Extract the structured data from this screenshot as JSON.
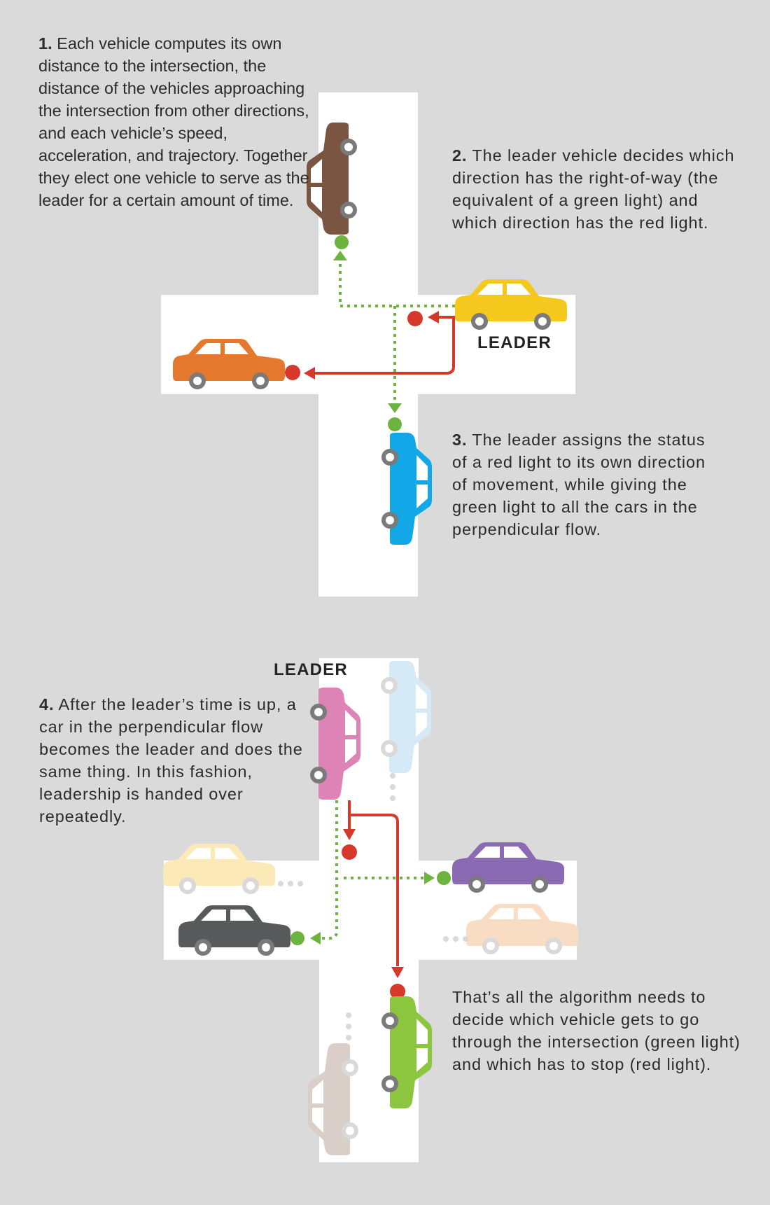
{
  "steps": [
    {
      "number": "1.",
      "text": "Each vehicle computes its own distance to the intersection, the distance of the vehicles approaching the intersection from other directions, and each vehicle’s speed, acceleration, and trajectory. Together they elect one vehicle to serve as the leader for a certain amount of time."
    },
    {
      "number": "2.",
      "text": "The leader vehicle decides which direction has the right-of-way (the equivalent of a green light) and which direction has the red light."
    },
    {
      "number": "3.",
      "text": "The leader assigns the status of a red light to its own direction of movement, while giving the green light to all the cars in the perpendicular flow."
    },
    {
      "number": "4.",
      "text": "After the leader’s time is up, a car in the perpendicular flow becomes the leader and does the same thing. In this fashion, leadership is handed over repeatedly."
    }
  ],
  "conclusion": "That’s all the algorithm needs to decide which vehicle gets to go through the intersection (green light) and which has to stop (red light).",
  "labels": {
    "leader_top": "LEADER",
    "leader_bottom": "LEADER"
  },
  "colors": {
    "background": "#dadada",
    "road": "#ffffff",
    "green_signal": "#6cb33f",
    "red_signal": "#d6382c",
    "car_brown": "#7a5541",
    "car_yellow": "#f5c81e",
    "car_orange": "#e4782c",
    "car_blue": "#12a7e6",
    "car_pink": "#de83b6",
    "car_purple": "#8a6bb3",
    "car_gray": "#58595b",
    "car_green": "#8cc63f",
    "car_faded_blue": "#d5e9f6",
    "car_faded_yellow": "#fbe9b8",
    "car_faded_peach": "#f8dcc4",
    "car_faded_taupe": "#d9cec8"
  }
}
